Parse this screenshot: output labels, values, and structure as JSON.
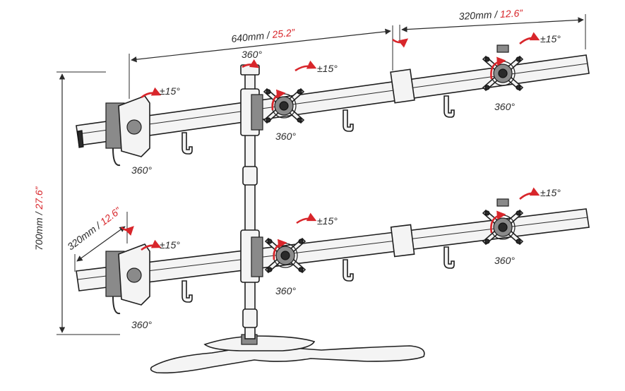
{
  "dimensions": {
    "top_span": {
      "mm": "640mm",
      "sep": " / ",
      "inch": "25.2”"
    },
    "top_right": {
      "mm": "320mm",
      "sep": " / ",
      "inch": "12.6”"
    },
    "left_arm": {
      "mm": "320mm",
      "sep": " / ",
      "inch": "12.6”"
    },
    "height": {
      "mm": "700mm",
      "sep": " / ",
      "inch": "27.6”"
    }
  },
  "labels": {
    "pole_rotation": "360°",
    "rotation": "360°",
    "tilt": "±15°"
  },
  "colors": {
    "accent_red": "#d8262b",
    "line": "#2b2b2b"
  }
}
